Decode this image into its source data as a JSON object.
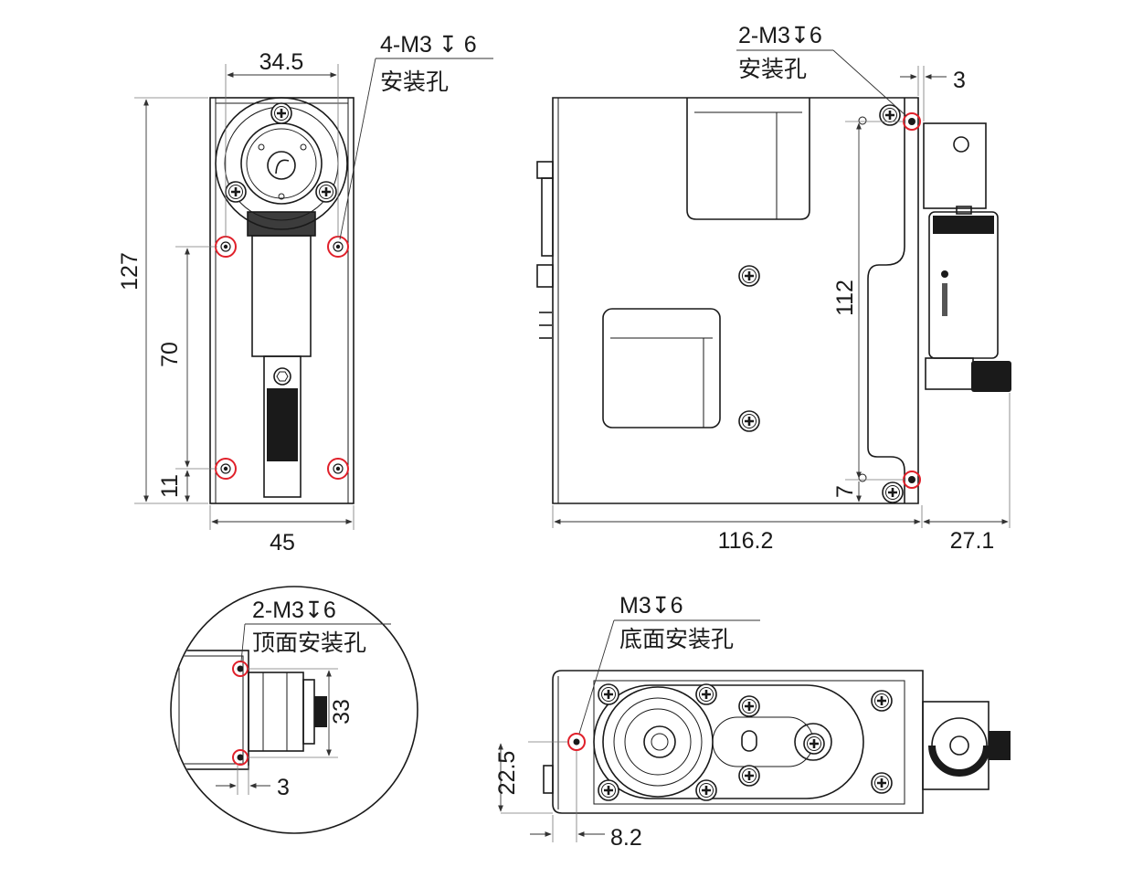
{
  "colors": {
    "line": "#1a1a1a",
    "hole_marker": "#e0202a",
    "background": "#ffffff"
  },
  "front_view": {
    "dim_top_width": "34.5",
    "hole_callout_line1": "4-M3 ↧ 6",
    "hole_callout_line2": "安装孔",
    "dim_height_total": "127",
    "dim_height_mid": "70",
    "dim_height_bottom": "11",
    "dim_bottom_width": "45"
  },
  "side_view": {
    "hole_callout_line1": "2-M3↧6",
    "hole_callout_line2": "安装孔",
    "dim_edge_offset": "3",
    "dim_vertical": "112",
    "dim_bottom_offset": "7",
    "dim_body_length": "116.2",
    "dim_overhang": "27.1"
  },
  "detail_view": {
    "hole_callout_line1": "2-M3↧6",
    "hole_callout_line2": "顶面安装孔",
    "dim_hole_spacing": "33",
    "dim_edge_offset": "3"
  },
  "bottom_view": {
    "hole_callout_line1": "M3↧6",
    "hole_callout_line2": "底面安装孔",
    "dim_vertical": "22.5",
    "dim_horizontal": "8.2"
  },
  "icons": [
    "screw-head-icon",
    "mounting-hole-marker-icon"
  ]
}
